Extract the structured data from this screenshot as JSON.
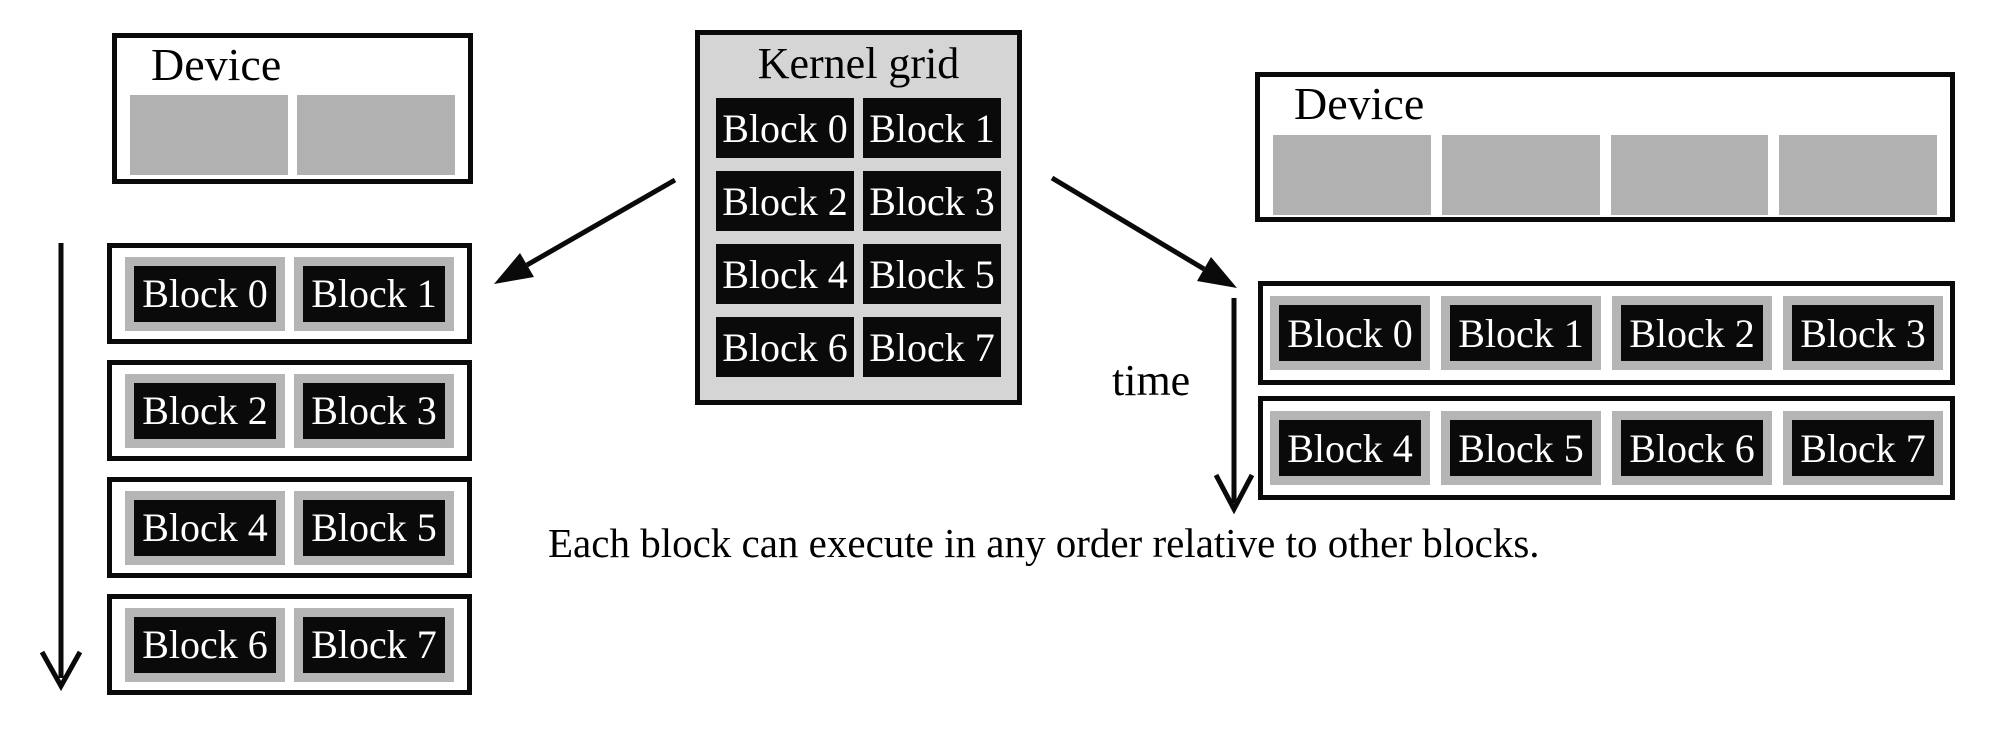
{
  "figure": {
    "caption": "Each block can execute in any order relative to other blocks.",
    "time_label": "time"
  },
  "kernel_grid": {
    "title": "Kernel grid",
    "blocks": [
      "Block 0",
      "Block 1",
      "Block 2",
      "Block 3",
      "Block 4",
      "Block 5",
      "Block 6",
      "Block 7"
    ]
  },
  "device_two_sm": {
    "label": "Device",
    "sm_count": 2,
    "schedule_rows": [
      [
        "Block 0",
        "Block 1"
      ],
      [
        "Block 2",
        "Block 3"
      ],
      [
        "Block 4",
        "Block 5"
      ],
      [
        "Block 6",
        "Block 7"
      ]
    ]
  },
  "device_four_sm": {
    "label": "Device",
    "sm_count": 4,
    "schedule_rows": [
      [
        "Block 0",
        "Block 1",
        "Block 2",
        "Block 3"
      ],
      [
        "Block 4",
        "Block 5",
        "Block 6",
        "Block 7"
      ]
    ]
  },
  "colors": {
    "block_fill": "#0a0a0a",
    "block_text": "#ffffff",
    "sm_fill": "#b1b1b1",
    "block_frame": "#b5b5b5",
    "grid_background": "#d5d5d5",
    "outline": "#000000"
  }
}
